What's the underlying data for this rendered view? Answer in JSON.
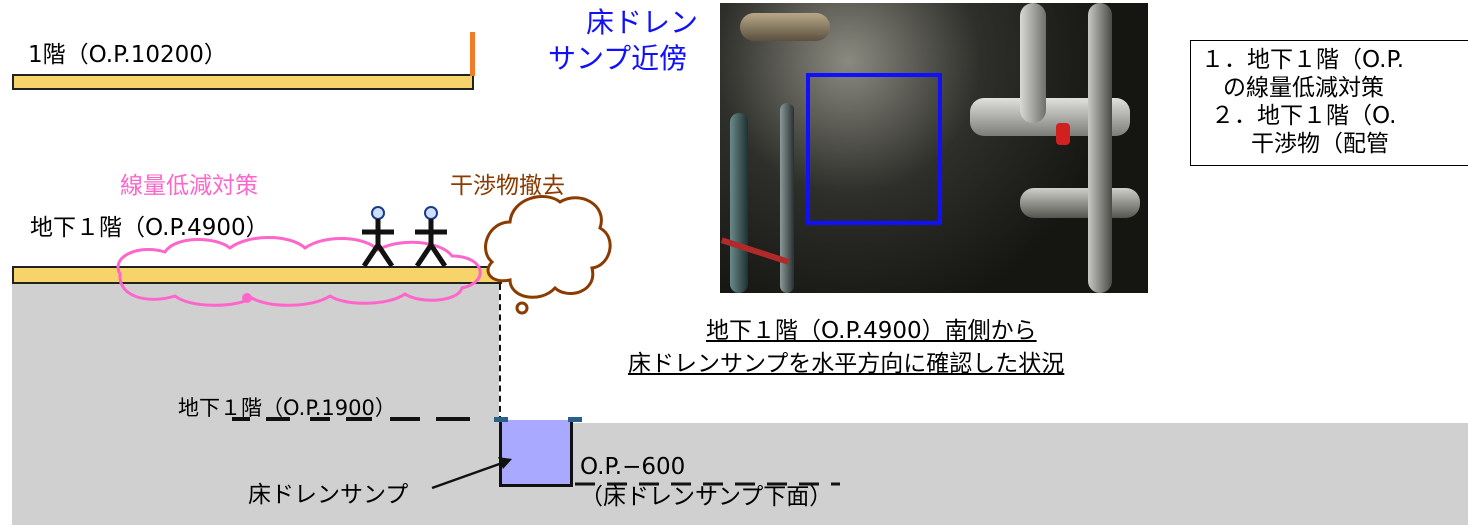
{
  "labels": {
    "floor1": "1階（O.P.10200）",
    "b1": "地下１階（O.P.4900）",
    "dose_reduction": "線量低減対策",
    "removal": "干渉物撤去",
    "b1_lower": "地下１階（O.P.1900）",
    "sump": "床ドレンサンプ",
    "op_minus600": "O.P.−600",
    "sump_bottom": "（床ドレンサンプ下面）",
    "photo_callout_1": "床ドレン",
    "photo_callout_2": "サンプ近傍",
    "caption_1": "地下１階（O.P.4900）南側から",
    "caption_2": "床ドレンサンプを水平方向に確認した状況"
  },
  "notes": {
    "line1": "１．地下１階（O.P.",
    "line2": "の線量低減対策",
    "line3": "２．地下１階（O.",
    "line4": "干渉物（配管"
  },
  "colors": {
    "slab": "#f7d36c",
    "ground": "#d0d0d0",
    "cloud_dose": "#ff66cc",
    "cloud_removal": "#8b3a00",
    "sump_water": "#a9aaff",
    "callout_blue": "#1010ff",
    "orange_marker": "#f07c2a"
  }
}
